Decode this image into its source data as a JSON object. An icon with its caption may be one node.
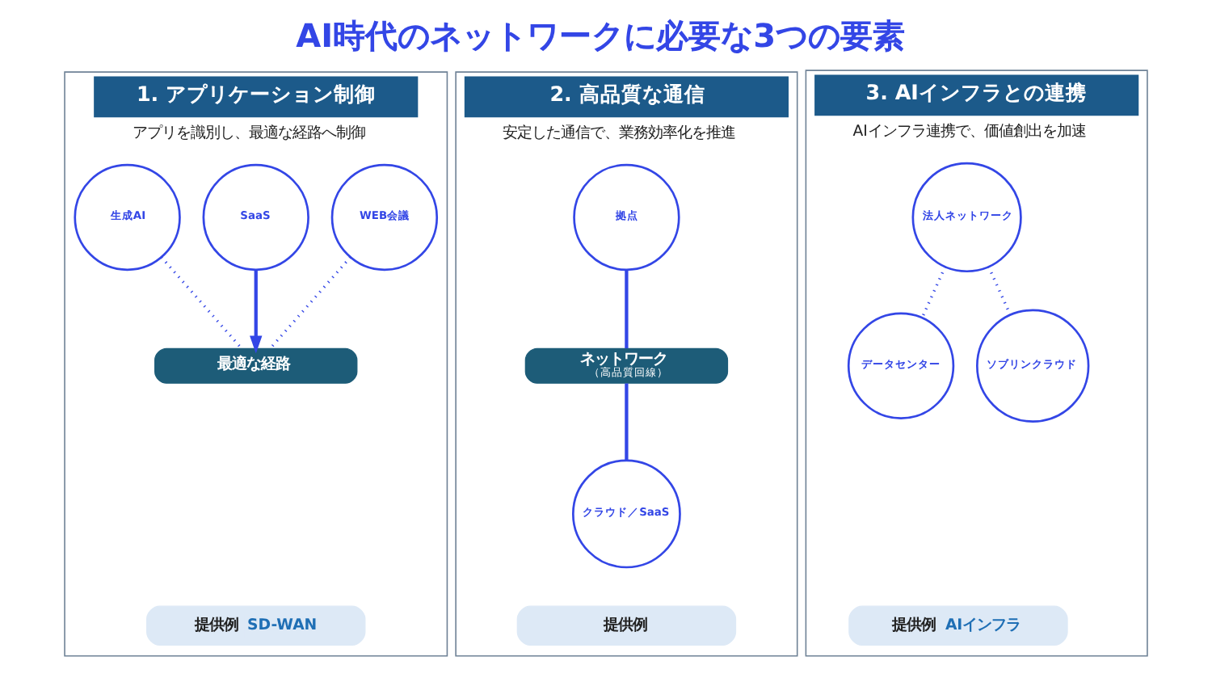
{
  "diagram": {
    "title": "AI時代のネットワークに必要な3つの要素",
    "nodes": [
      {
        "text": [
          "1. アプリケーション制御",
          "アプリを識別し、最適な経路へ制御"
        ]
      },
      {
        "text": [
          "生成AI"
        ],
        "in": 0
      },
      {
        "text": [
          "SaaS"
        ],
        "in": 0
      },
      {
        "text": [
          "WEB会議"
        ],
        "in": 0
      },
      {
        "text": [
          "最適な経路"
        ],
        "in": 0
      },
      {
        "text": [
          "提供例",
          "SD-WAN"
        ],
        "in": 0
      },
      {
        "text": [
          "2. 高品質な通信",
          "安定した通信で、業務効率化を推進"
        ]
      },
      {
        "text": [
          "拠点"
        ],
        "in": 6
      },
      {
        "text": [
          "ネットワーク",
          "（高品質回線）"
        ],
        "in": 6
      },
      {
        "text": [
          "クラウド／SaaS"
        ],
        "in": 6
      },
      {
        "text": [
          "提供例"
        ],
        "in": 6
      },
      {
        "text": [
          "3. AIインフラとの連携",
          "AIインフラ連携で、価値創出を加速"
        ]
      },
      {
        "text": [
          "法人ネットワーク"
        ],
        "in": 11
      },
      {
        "text": [
          "データセンター"
        ],
        "in": 11
      },
      {
        "text": [
          "ソブリンクラウド"
        ],
        "in": 11
      },
      {
        "text": [
          "提供例",
          "AIインフラ"
        ],
        "in": 11
      }
    ],
    "edges": [
      {
        "from": 1,
        "to": 4,
        "arrow": "none",
        "style": "dashed"
      },
      {
        "from": 2,
        "to": 4,
        "arrow": "to"
      },
      {
        "from": 3,
        "to": 4,
        "arrow": "none",
        "style": "dashed"
      },
      {
        "from": 7,
        "to": 8,
        "arrow": "none"
      },
      {
        "from": 8,
        "to": 9,
        "arrow": "none"
      },
      {
        "from": 12,
        "to": 13,
        "arrow": "none",
        "style": "dashed"
      },
      {
        "from": 12,
        "to": 14,
        "arrow": "none",
        "style": "dashed"
      }
    ]
  }
}
